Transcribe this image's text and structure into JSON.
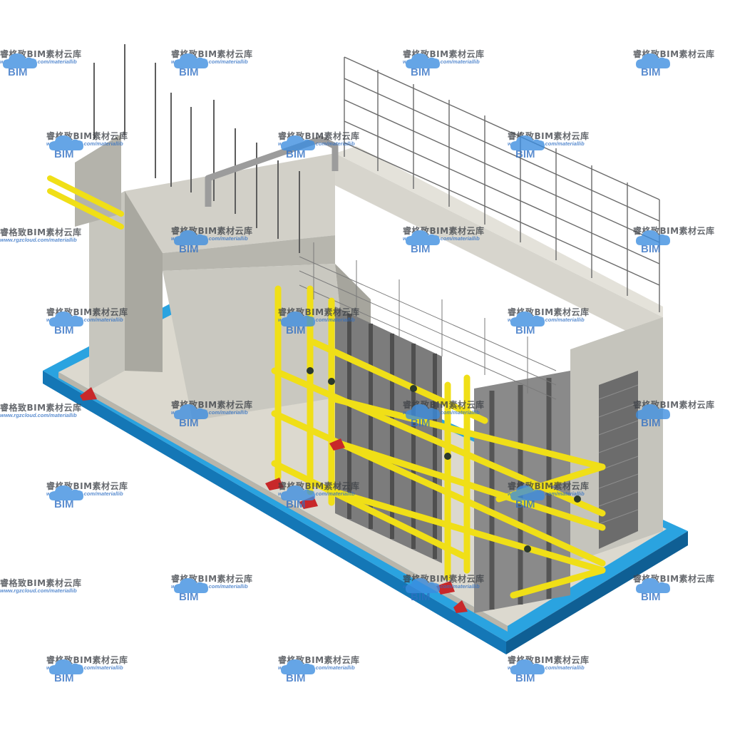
{
  "watermark": {
    "brand": "BIM",
    "name": "睿格致BIM素材云库",
    "url": "www.rgzcloud.com/materiallib"
  },
  "colors": {
    "base_platform": "#1e9bd8",
    "slab": "#d9d6cc",
    "concrete": "#c2c1b9",
    "formwork": "#7a7a7a",
    "scaffold": "#f2e21e",
    "rebar": "#6b6b6b",
    "brick_panel": "#6e6e6e",
    "support_base": "#cc2a2a",
    "watermark_blue": "#3b8de0"
  },
  "icons": [
    "bim-cloud-logo-icon"
  ]
}
